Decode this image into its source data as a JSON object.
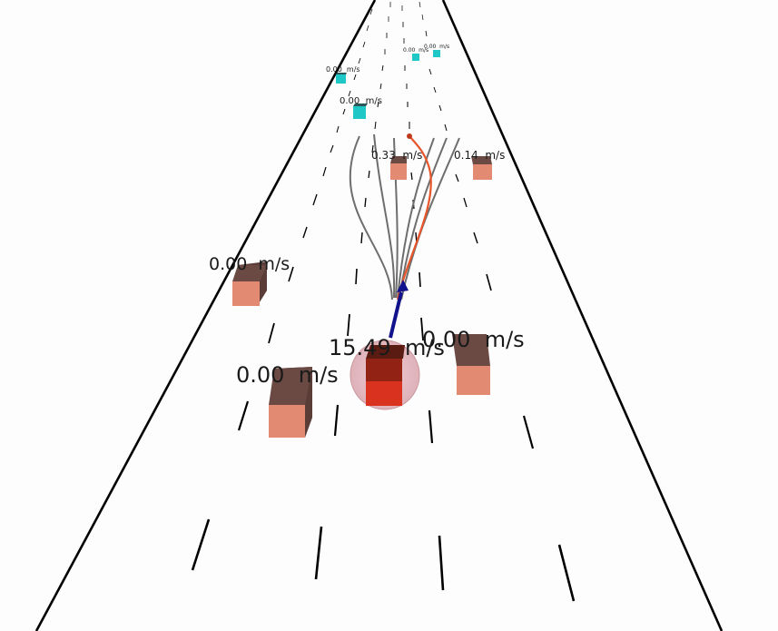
{
  "colors": {
    "background": "#ffffff",
    "road_edge": "#000000",
    "lane_dash": "#000000",
    "ego_vehicle": "#d9331f",
    "ego_halo": "#e7b7bf",
    "obstacle_vehicle": "#e28a72",
    "far_vehicle": "#1fc7c7",
    "planned_path": "#e8552a",
    "candidate_paths": "#6e6e6e",
    "heading_arrow": "#12128c"
  },
  "ego": {
    "speed_label": "15.49  m/s"
  },
  "vehicles": [
    {
      "label": "0.00  m/s"
    },
    {
      "label": "0.00  m/s"
    },
    {
      "label": "0.00  m/s"
    },
    {
      "label": "0.33  m/s"
    },
    {
      "label": "0.14  m/s"
    },
    {
      "label": "0.00  m/s"
    },
    {
      "label": "0.00  m/s"
    },
    {
      "label": "0.00  m/s"
    },
    {
      "label": "0.00  m/s"
    }
  ]
}
